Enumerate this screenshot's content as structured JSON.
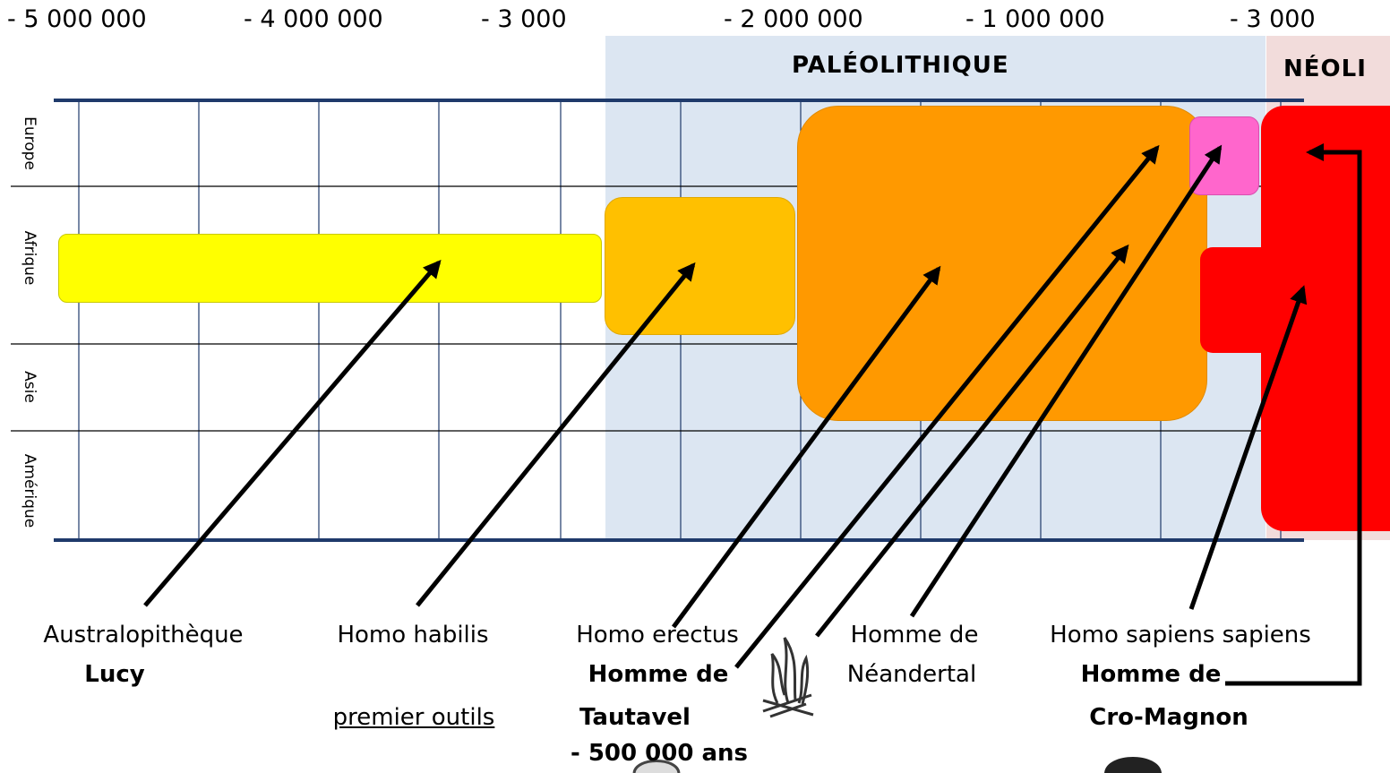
{
  "scale_labels": [
    "- 5 000 000",
    "- 4 000 000",
    "- 3 000",
    "- 2 000 000",
    "- 1 000 000",
    "- 3 000"
  ],
  "periods": {
    "paleolithique": "PALÉOLITHIQUE",
    "neolithique": "NÉOLI"
  },
  "regions": [
    "Europe",
    "Afrique",
    "Asie",
    "Amérique"
  ],
  "species": {
    "lucy": {
      "name": "Australopithèque",
      "nickname": "Lucy",
      "color": "#ffff00"
    },
    "habilis": {
      "name": "Homo habilis",
      "note": "premier outils",
      "color": "#ffc000"
    },
    "erectus": {
      "name": "Homo erectus",
      "nickname": "Homme de",
      "nickname_2": "Tautavel",
      "date": "- 500 000 ans",
      "color": "#ff9900"
    },
    "neandertal": {
      "name": "Homme de",
      "name_2": "Néandertal",
      "color": "#ff66cc"
    },
    "sapiens": {
      "name": "Homo sapiens sapiens",
      "nickname": "Homme de",
      "nickname_2": "Cro-Magnon",
      "color": "#ff0000"
    }
  },
  "icons": [
    "fire-icon",
    "skull-icon"
  ],
  "colors": {
    "paleolithique_band": "#dce6f2",
    "neolithique_band": "#f2dcdb",
    "grid_frame": "#1f3a6b"
  }
}
